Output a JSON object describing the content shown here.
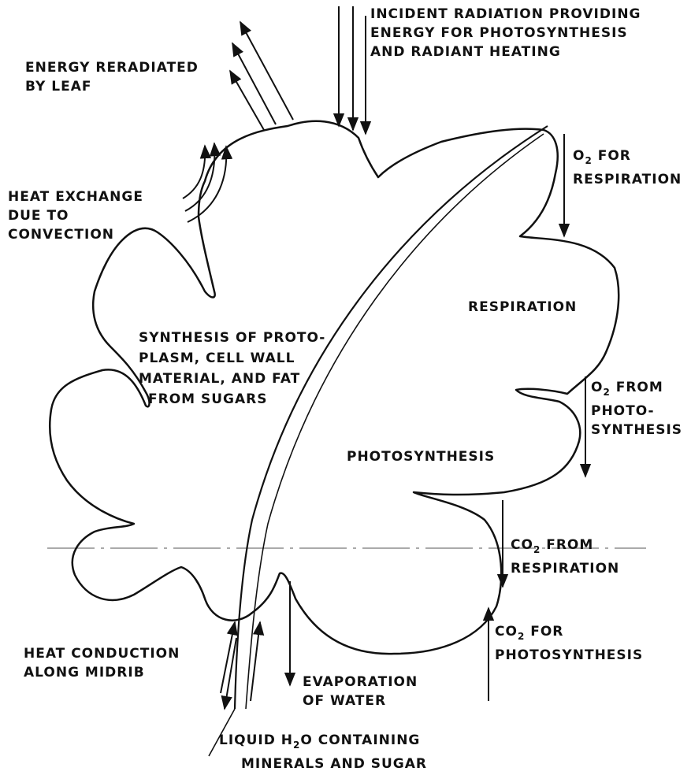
{
  "labels": {
    "incident_1": "INCIDENT RADIATION PROVIDING",
    "incident_2": "ENERGY FOR PHOTOSYNTHESIS",
    "incident_3": "AND RADIANT HEATING",
    "reradiated_1": "ENERGY RERADIATED",
    "reradiated_2": "BY LEAF",
    "o2_resp_a": "O",
    "o2_resp_sub": "2",
    "o2_resp_b": " FOR",
    "o2_resp_2": "RESPIRATION",
    "heat_conv_1": "HEAT EXCHANGE",
    "heat_conv_2": "DUE TO",
    "heat_conv_3": "CONVECTION",
    "respiration": "RESPIRATION",
    "synthesis_1": "SYNTHESIS OF PROTO-",
    "synthesis_2": "PLASM, CELL WALL",
    "synthesis_3": "MATERIAL, AND FAT",
    "synthesis_4": "FROM SUGARS",
    "o2_photo_a": "O",
    "o2_photo_sub": "2",
    "o2_photo_b": " FROM",
    "o2_photo_2": "PHOTO-",
    "o2_photo_3": "SYNTHESIS",
    "photosynthesis": "PHOTOSYNTHESIS",
    "co2_resp_a": "CO",
    "co2_resp_sub": "2",
    "co2_resp_b": " FROM",
    "co2_resp_2": "RESPIRATION",
    "co2_photo_a": "CO",
    "co2_photo_sub": "2",
    "co2_photo_b": " FOR",
    "co2_photo_2": "PHOTOSYNTHESIS",
    "heat_cond_1": "HEAT CONDUCTION",
    "heat_cond_2": "ALONG MIDRIB",
    "evap_1": "EVAPORATION",
    "evap_2": "OF WATER",
    "liquid_a": "LIQUID H",
    "liquid_sub": "2",
    "liquid_b": "O CONTAINING",
    "liquid_2": "MINERALS AND SUGAR"
  }
}
